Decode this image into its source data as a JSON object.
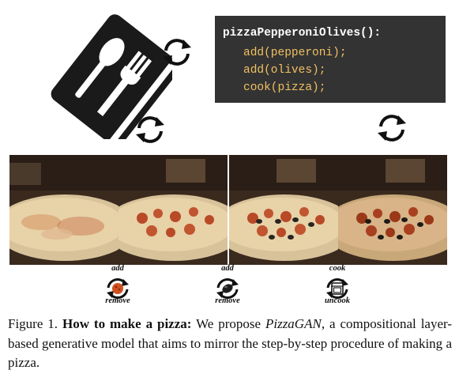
{
  "code": {
    "lines": [
      "pizzaPepperoniOlives():",
      "add(pepperoni);",
      "add(olives);",
      "cook(pizza);"
    ]
  },
  "icons": {
    "book": "cookbook-fork-spoon-icon",
    "cycle": "cycle-arrows-icon"
  },
  "steps": [
    {
      "top": "add",
      "bottom": "remove",
      "icon": "pepperoni-cycle-icon"
    },
    {
      "top": "add",
      "bottom": "remove",
      "icon": "olive-cycle-icon"
    },
    {
      "top": "cook",
      "bottom": "uncook",
      "icon": "oven-cycle-icon"
    }
  ],
  "caption": {
    "figure_label": "Figure 1.",
    "bold_title": "How to make a pizza:",
    "text_before": "We propose",
    "model_name": "PizzaGAN",
    "text_after": ", a compositional layer-based generative model that aims to mirror the step-by-step procedure of making a pizza."
  },
  "colors": {
    "code_bg": "#333333",
    "code_keyword": "#ffffff",
    "code_body": "#f0c060",
    "book": "#1a1a1a"
  }
}
